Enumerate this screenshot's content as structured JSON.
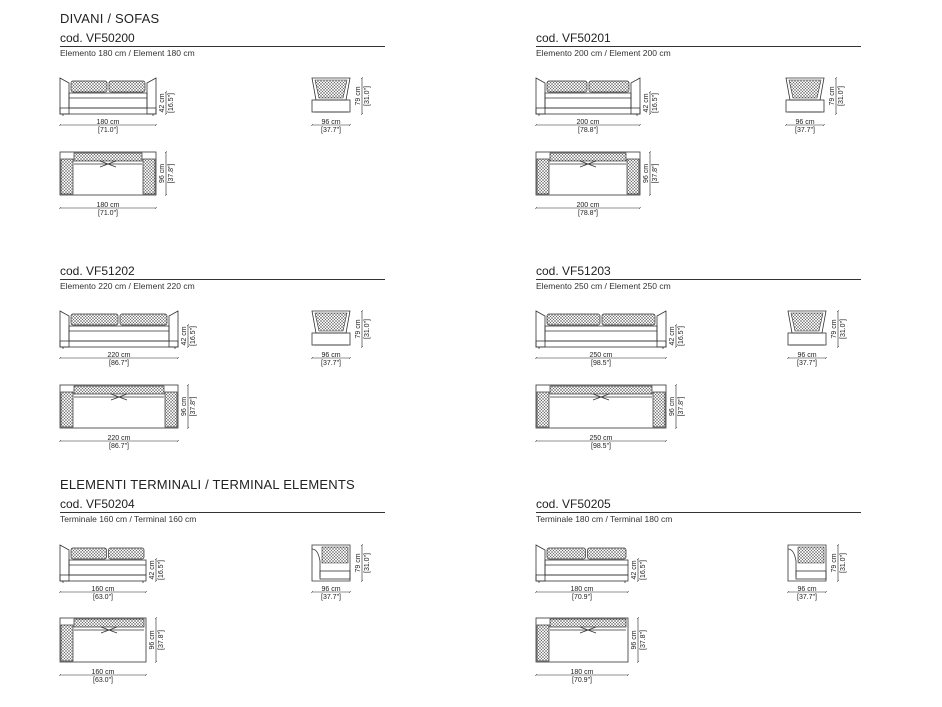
{
  "sections": {
    "sofas": "DIVANI / SOFAS",
    "terminals": "ELEMENTI TERMINALI / TERMINAL ELEMENTS"
  },
  "products": [
    {
      "code": "cod. VF50200",
      "subtitle": "Elemento 180 cm / Element 180 cm",
      "width_cm": "180 cm",
      "width_in": "[71.0\"]",
      "depth_cm": "96 cm",
      "depth_in": "[37.8\"]"
    },
    {
      "code": "cod. VF50201",
      "subtitle": "Elemento 200 cm / Element 200 cm",
      "width_cm": "200 cm",
      "width_in": "[78.8\"]",
      "depth_cm": "96 cm",
      "depth_in": "[37.8\"]"
    },
    {
      "code": "cod. VF51202",
      "subtitle": "Elemento 220 cm / Element 220 cm",
      "width_cm": "220 cm",
      "width_in": "[86.7\"]",
      "depth_cm": "96 cm",
      "depth_in": "[37.8\"]"
    },
    {
      "code": "cod. VF51203",
      "subtitle": "Elemento 250 cm / Element 250 cm",
      "width_cm": "250 cm",
      "width_in": "[98.5\"]",
      "depth_cm": "96 cm",
      "depth_in": "[37.8\"]"
    },
    {
      "code": "cod. VF50204",
      "subtitle": "Terminale 160 cm / Terminal 160 cm",
      "width_cm": "160 cm",
      "width_in": "[63.0\"]",
      "depth_cm": "96 cm",
      "depth_in": "[37.8\"]"
    },
    {
      "code": "cod. VF50205",
      "subtitle": "Terminale 180 cm / Terminal 180 cm",
      "width_cm": "180 cm",
      "width_in": "[70.9\"]",
      "depth_cm": "96 cm",
      "depth_in": "[37.8\"]"
    }
  ],
  "common": {
    "seat_height_cm": "42 cm",
    "seat_height_in": "[16.5\"]",
    "height_cm": "79 cm",
    "height_in": "[31.0\"]",
    "side_depth_cm": "96 cm",
    "side_depth_in": "[37.7\"]"
  }
}
